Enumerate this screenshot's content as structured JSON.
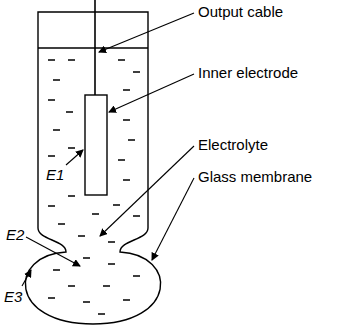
{
  "diagram": {
    "labels": [
      "Output cable",
      "Inner electrode",
      "Electrolyte",
      "Glass membrane",
      "E1",
      "E2",
      "E3"
    ]
  }
}
